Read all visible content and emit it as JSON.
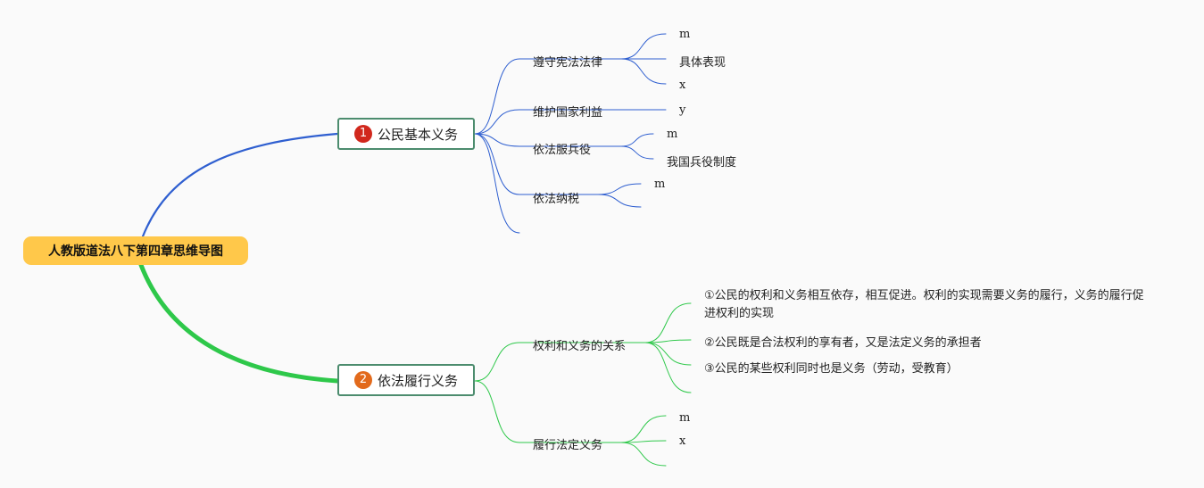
{
  "root": {
    "label": "人教版道法八下第四章思维导图"
  },
  "colors": {
    "blue": "#2f5fd0",
    "green": "#2ec84a",
    "root_bg": "#ffc84a"
  },
  "topics": [
    {
      "number": "1",
      "label": "公民基本义务",
      "children": [
        {
          "label": "遵守宪法法律",
          "children": [
            "m",
            "具体表现",
            "x"
          ]
        },
        {
          "label": "维护国家利益",
          "children": [
            "y"
          ]
        },
        {
          "label": "依法服兵役",
          "children": [
            "m",
            "我国兵役制度"
          ]
        },
        {
          "label": "依法纳税",
          "children": [
            "m",
            ""
          ]
        },
        {
          "label": ""
        }
      ]
    },
    {
      "number": "2",
      "label": "依法履行义务",
      "children": [
        {
          "label": "权利和义务的关系",
          "children": [
            "①公民的权利和义务相互依存，相互促进。权利的实现需要义务的履行，义务的履行促进权利的实现",
            "②公民既是合法权利的享有者，又是法定义务的承担者",
            "③公民的某些权利同时也是义务（劳动，受教育）",
            ""
          ]
        },
        {
          "label": "履行法定义务",
          "children": [
            "m",
            "x",
            ""
          ]
        }
      ]
    }
  ]
}
